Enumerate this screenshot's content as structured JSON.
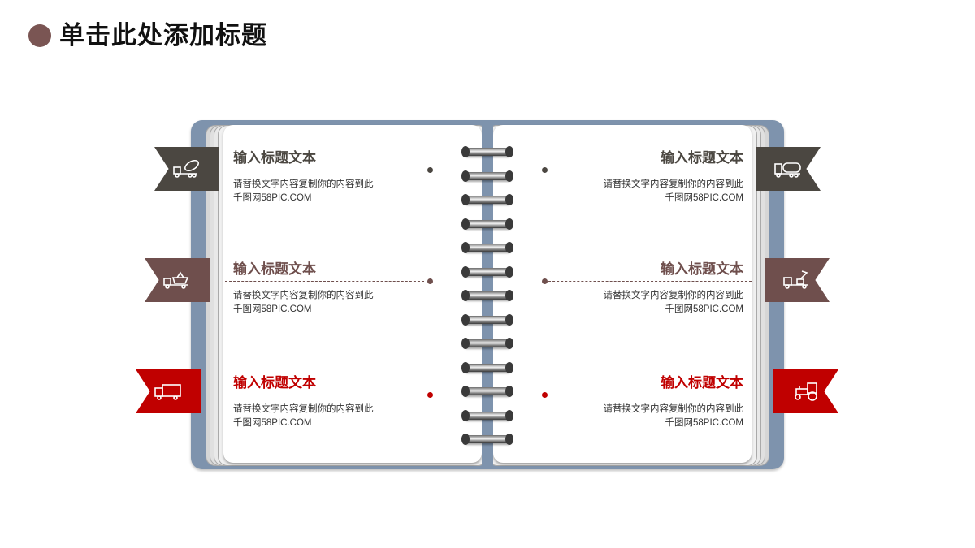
{
  "title": {
    "text": "单击此处添加标题",
    "dot_color": "#7a5553"
  },
  "colors": {
    "dark": "#4b4741",
    "brown": "#6f4f4d",
    "red": "#c00000",
    "book": "#7e93ad"
  },
  "binder": {
    "ring_count": 13
  },
  "items": [
    {
      "side": "left",
      "title": "输入标题文本",
      "body_line1": "请替换文字内容复制你的内容到此",
      "body_line2": "千图网58PIC.COM",
      "color": "#4b4741",
      "icon": "cement-mixer-truck-icon"
    },
    {
      "side": "left",
      "title": "输入标题文本",
      "body_line1": "请替换文字内容复制你的内容到此",
      "body_line2": "千图网58PIC.COM",
      "color": "#6f4f4d",
      "icon": "dump-truck-icon"
    },
    {
      "side": "left",
      "title": "输入标题文本",
      "body_line1": "请替换文字内容复制你的内容到此",
      "body_line2": "千图网58PIC.COM",
      "color": "#c00000",
      "icon": "box-truck-icon"
    },
    {
      "side": "right",
      "title": "输入标题文本",
      "body_line1": "请替换文字内容复制你的内容到此",
      "body_line2": "千图网58PIC.COM",
      "color": "#4b4741",
      "icon": "tanker-truck-icon"
    },
    {
      "side": "right",
      "title": "输入标题文本",
      "body_line1": "请替换文字内容复制你的内容到此",
      "body_line2": "千图网58PIC.COM",
      "color": "#6f4f4d",
      "icon": "crane-truck-icon"
    },
    {
      "side": "right",
      "title": "输入标题文本",
      "body_line1": "请替换文字内容复制你的内容到此",
      "body_line2": "千图网58PIC.COM",
      "color": "#c00000",
      "icon": "tractor-icon"
    }
  ]
}
